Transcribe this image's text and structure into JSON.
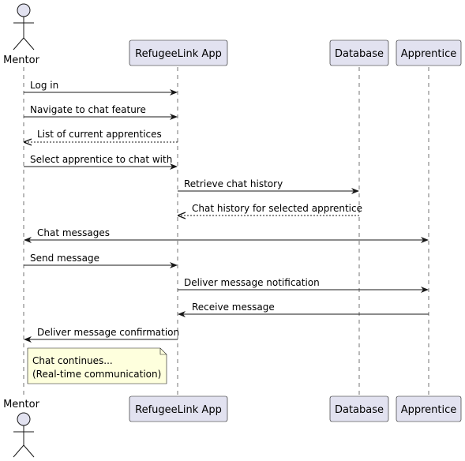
{
  "participants": {
    "mentor": "Mentor",
    "app": "RefugeeLink App",
    "database": "Database",
    "apprentice": "Apprentice"
  },
  "messages": [
    {
      "label": "Log in",
      "style": "solid"
    },
    {
      "label": "Navigate to chat feature",
      "style": "solid"
    },
    {
      "label": "List of current apprentices",
      "style": "dashed"
    },
    {
      "label": "Select apprentice to chat with",
      "style": "solid"
    },
    {
      "label": "Retrieve chat history",
      "style": "solid"
    },
    {
      "label": "Chat history for selected apprentice",
      "style": "dashed"
    },
    {
      "label": "Chat messages",
      "style": "solid-bidirectional"
    },
    {
      "label": "Send message",
      "style": "solid"
    },
    {
      "label": "Deliver message notification",
      "style": "solid"
    },
    {
      "label": "Receive message",
      "style": "solid"
    },
    {
      "label": "Deliver message confirmation",
      "style": "solid"
    }
  ],
  "note": {
    "line1": "Chat continues...",
    "line2": "(Real-time communication)"
  },
  "colors": {
    "participant_fill": "#E2E2F0",
    "participant_border": "#181818",
    "note_fill": "#FEFFDD",
    "line": "#181818"
  }
}
